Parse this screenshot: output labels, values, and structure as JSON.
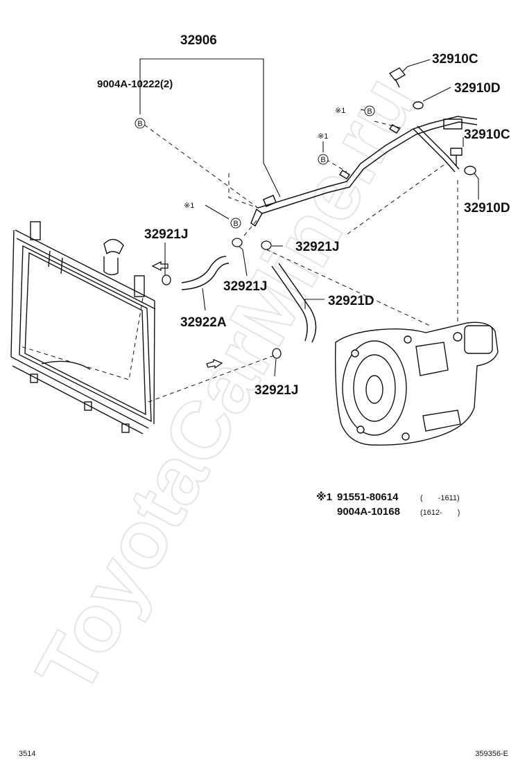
{
  "labels": {
    "p32906": "32906",
    "bolt_ref": "9004A-10222(2)",
    "p32910c_top": "32910C",
    "p32910d_top": "32910D",
    "p32910c_mid": "32910C",
    "p32910d_bottom": "32910D",
    "p32921j_left": "32921J",
    "p32921j_right": "32921J",
    "p32921j_center": "32921J",
    "p32921j_bottom": "32921J",
    "p32922a": "32922A",
    "p32921d": "32921D"
  },
  "refs": {
    "b_circle": "B",
    "mark1": "※1"
  },
  "note": {
    "mark": "※1",
    "row1_part": "91551-80614",
    "row1_range": "(　　-1611)",
    "row2_part": "9004A-10168",
    "row2_range": "(1612-　　)"
  },
  "footer": {
    "left_code": "3514",
    "right_code": "359356-E"
  },
  "watermark": "ToyotaCarMine.ru"
}
